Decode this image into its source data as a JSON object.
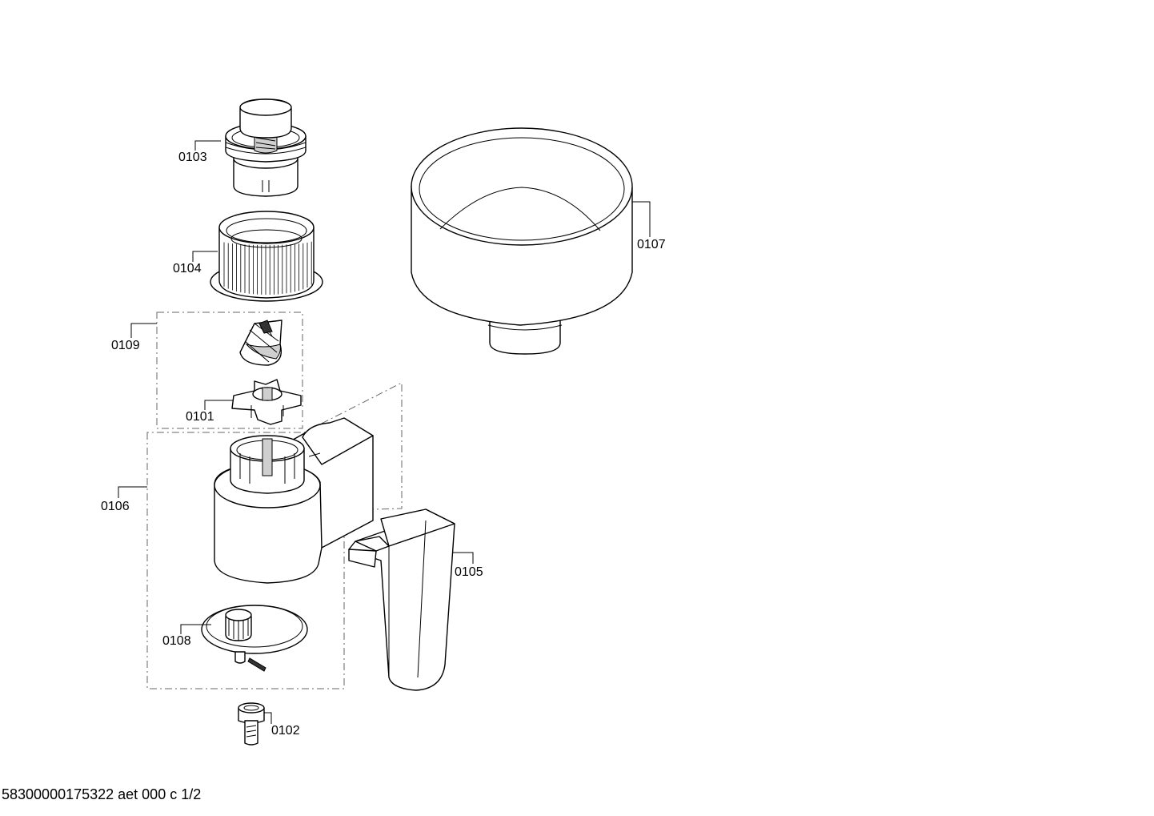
{
  "parts": {
    "p0101": "0101",
    "p0102": "0102",
    "p0103": "0103",
    "p0104": "0104",
    "p0105": "0105",
    "p0106": "0106",
    "p0107": "0107",
    "p0108": "0108",
    "p0109": "0109"
  },
  "footer": "58300000175322 aet 000 c 1/2"
}
